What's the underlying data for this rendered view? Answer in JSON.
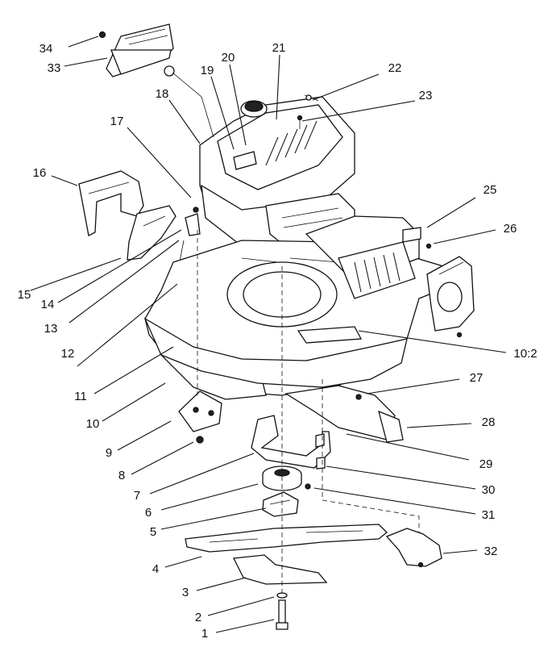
{
  "callouts": [
    {
      "id": "1",
      "label": "1"
    },
    {
      "id": "2",
      "label": "2"
    },
    {
      "id": "3",
      "label": "3"
    },
    {
      "id": "4",
      "label": "4"
    },
    {
      "id": "5",
      "label": "5"
    },
    {
      "id": "6",
      "label": "6"
    },
    {
      "id": "7",
      "label": "7"
    },
    {
      "id": "8",
      "label": "8"
    },
    {
      "id": "9",
      "label": "9"
    },
    {
      "id": "10",
      "label": "10"
    },
    {
      "id": "10:2",
      "label": "10:2"
    },
    {
      "id": "11",
      "label": "11"
    },
    {
      "id": "12",
      "label": "12"
    },
    {
      "id": "13",
      "label": "13"
    },
    {
      "id": "14",
      "label": "14"
    },
    {
      "id": "15",
      "label": "15"
    },
    {
      "id": "16",
      "label": "16"
    },
    {
      "id": "17",
      "label": "17"
    },
    {
      "id": "18",
      "label": "18"
    },
    {
      "id": "19",
      "label": "19"
    },
    {
      "id": "20",
      "label": "20"
    },
    {
      "id": "21",
      "label": "21"
    },
    {
      "id": "22",
      "label": "22"
    },
    {
      "id": "23",
      "label": "23"
    },
    {
      "id": "25",
      "label": "25"
    },
    {
      "id": "26",
      "label": "26"
    },
    {
      "id": "27",
      "label": "27"
    },
    {
      "id": "28",
      "label": "28"
    },
    {
      "id": "29",
      "label": "29"
    },
    {
      "id": "30",
      "label": "30"
    },
    {
      "id": "31",
      "label": "31"
    },
    {
      "id": "32",
      "label": "32"
    },
    {
      "id": "33",
      "label": "33"
    },
    {
      "id": "34",
      "label": "34"
    }
  ]
}
